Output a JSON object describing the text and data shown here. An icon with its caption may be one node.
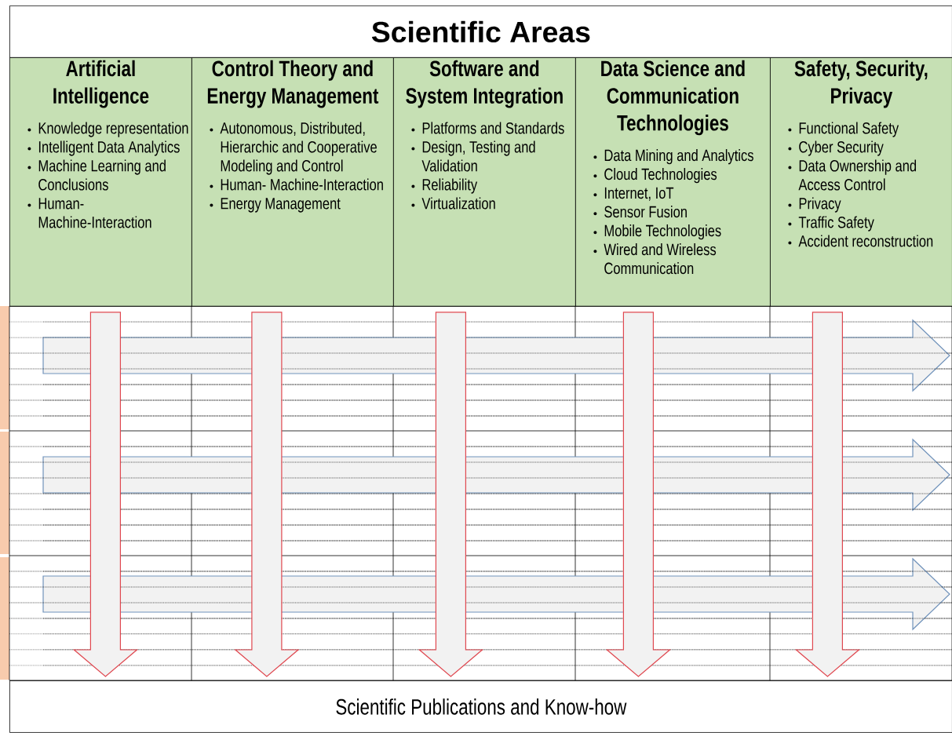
{
  "diagram": {
    "nodes": [
      {
        "text": [
          "Scientific Areas"
        ]
      },
      {
        "text": [
          "Artificial Intelligence",
          "Knowledge representation",
          "Intelligent Data Analytics",
          "Machine Learning and Conclusions",
          "Human- Machine-Interaction"
        ]
      },
      {
        "text": [
          "Control Theory and Energy Management",
          "Autonomous, Distributed, Hierarchic and Cooperative Modeling and Control",
          "Human- Machine-Interaction",
          "Energy Management"
        ]
      },
      {
        "text": [
          "Software and System Integration",
          "Platforms and Standards",
          "Design, Testing and Validation",
          "Reliability",
          "Virtualization"
        ]
      },
      {
        "text": [
          "Data Science and Communication Technologies",
          "Data Mining and Analytics",
          "Cloud Technologies",
          "Internet, IoT",
          "Sensor Fusion",
          "Mobile Technologies",
          "Wired and Wireless Communication"
        ]
      },
      {
        "text": [
          "Safety, Security, Privacy",
          "Functional Safety",
          "Cyber Security",
          "Data Ownership and Access Control",
          "Privacy",
          "Traffic Safety",
          "Accident reconstruction"
        ]
      },
      {
        "text": [
          "Scientific Publications and Know-how"
        ]
      },
      {
        "text": [],
        "shape": "bar"
      },
      {
        "text": [],
        "shape": "bar"
      },
      {
        "text": [],
        "shape": "bar"
      }
    ],
    "edges": [
      {
        "from": 1,
        "to": 6,
        "arrow": "to"
      },
      {
        "from": 2,
        "to": 6,
        "arrow": "to"
      },
      {
        "from": 3,
        "to": 6,
        "arrow": "to"
      },
      {
        "from": 4,
        "to": 6,
        "arrow": "to"
      },
      {
        "from": 5,
        "to": 6,
        "arrow": "to"
      }
    ]
  }
}
